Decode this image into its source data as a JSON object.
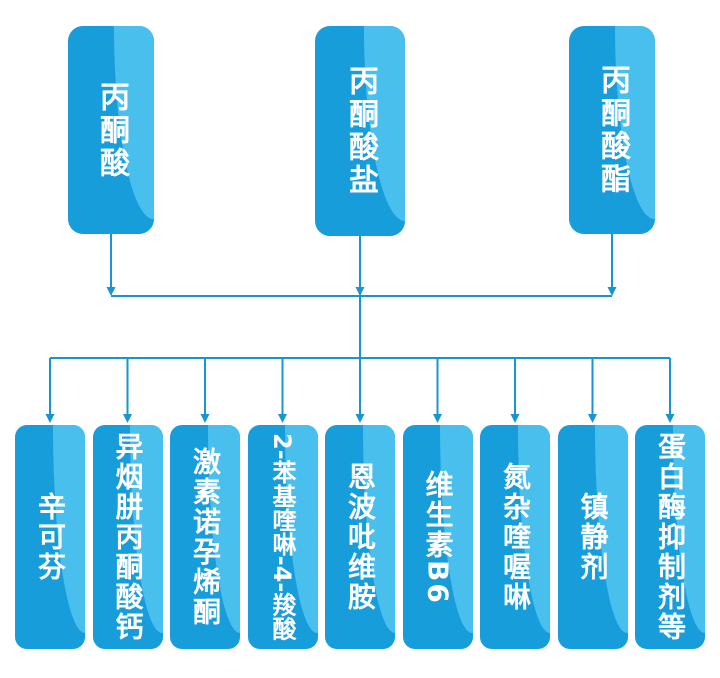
{
  "diagram": {
    "top_nodes": [
      {
        "label": "丙酮酸"
      },
      {
        "label": "丙酮酸盐"
      },
      {
        "label": "丙酮酸酯"
      }
    ],
    "bottom_nodes": [
      {
        "label": "辛可芬"
      },
      {
        "label": "异烟肼丙酮酸钙"
      },
      {
        "label": "激素诺孕烯酮"
      },
      {
        "label": "2-苯基喹啉-4-羧酸"
      },
      {
        "label": "恩波吡维胺"
      },
      {
        "label": "维生素B6"
      },
      {
        "label": "氮杂喹喔啉"
      },
      {
        "label": "镇静剂"
      },
      {
        "label": "蛋白酶抑制剂等"
      }
    ],
    "colors": {
      "node_base": "#189ddb",
      "node_highlight": "#49bfee",
      "connector": "#1795d2",
      "text": "#ffffff",
      "background": "#ffffff"
    }
  }
}
